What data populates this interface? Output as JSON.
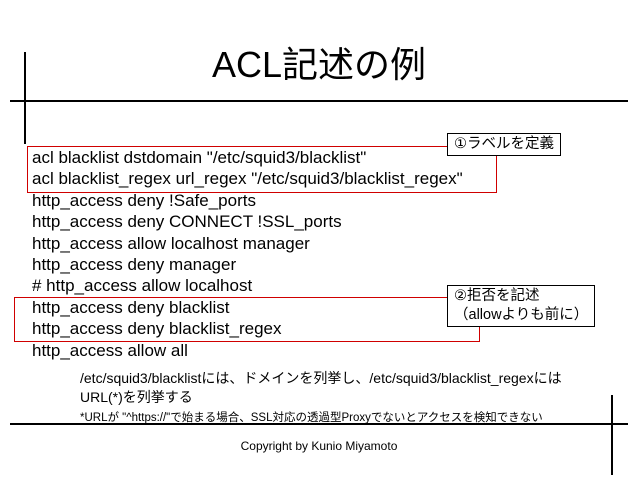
{
  "title": "ACL記述の例",
  "code_lines": [
    "acl blacklist dstdomain \"/etc/squid3/blacklist\"",
    "acl blacklist_regex url_regex \"/etc/squid3/blacklist_regex\"",
    "http_access deny !Safe_ports",
    "http_access deny CONNECT !SSL_ports",
    "http_access allow localhost manager",
    "http_access deny manager",
    "# http_access allow localhost",
    "http_access deny blacklist",
    "http_access deny blacklist_regex",
    "http_access allow all"
  ],
  "callouts": {
    "label": "①ラベルを定義",
    "deny_line1": "②拒否を記述",
    "deny_line2": "（allowよりも前に）"
  },
  "notes": {
    "line1": "/etc/squid3/blacklistには、ドメインを列挙し、/etc/squid3/blacklist_regexには",
    "line2": "URL(*)を列挙する",
    "footnote": "*URLが \"^https://\"で始まる場合、SSL対応の透過型Proxyでないとアクセスを検知できない"
  },
  "footer": {
    "copyright": "Copyright by Kunio Miyamoto"
  },
  "colors": {
    "highlight_box": "#d00000",
    "text": "#000000"
  }
}
